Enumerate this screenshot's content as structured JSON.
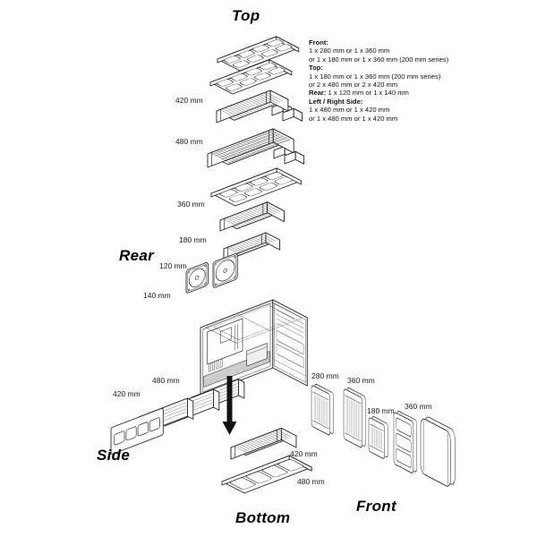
{
  "section_labels": {
    "top": "Top",
    "rear": "Rear",
    "side": "Side",
    "bottom": "Bottom",
    "front": "Front"
  },
  "specs": {
    "front_heading": "Front:",
    "front_line1": "1 x 280 mm or 1 x 360 mm",
    "front_line2": "or 1 x 180 mm or 1 x 360 mm (200 mm series)",
    "top_heading": "Top:",
    "top_line1": "1 x 180 mm or 1 x 360 mm (200 mm series)",
    "top_line2": "or 2 x 480 mm or 2 x 420 mm",
    "rear_heading": "Rear:",
    "rear_line1": "1 x 120 mm or 1 x 140 mm",
    "side_heading": "Left / Right Side:",
    "side_line1": "1 x 480 mm or 1 x 420 mm",
    "side_line2": "or 1 x 480 mm or 1 x 420 mm"
  },
  "dims": {
    "stack_420": "420 mm",
    "stack_480": "480 mm",
    "stack_360": "360 mm",
    "stack_180": "180 mm",
    "rear_120": "120 mm",
    "rear_140": "140 mm",
    "side_480": "480 mm",
    "side_420": "420 mm",
    "bottom_420": "420 mm",
    "bottom_480": "480 mm",
    "front_280": "280 mm",
    "front_360a": "360 mm",
    "front_180": "180 mm",
    "front_360b": "360 mm"
  },
  "colors": {
    "ink": "#222222",
    "paper": "#ffffff"
  }
}
